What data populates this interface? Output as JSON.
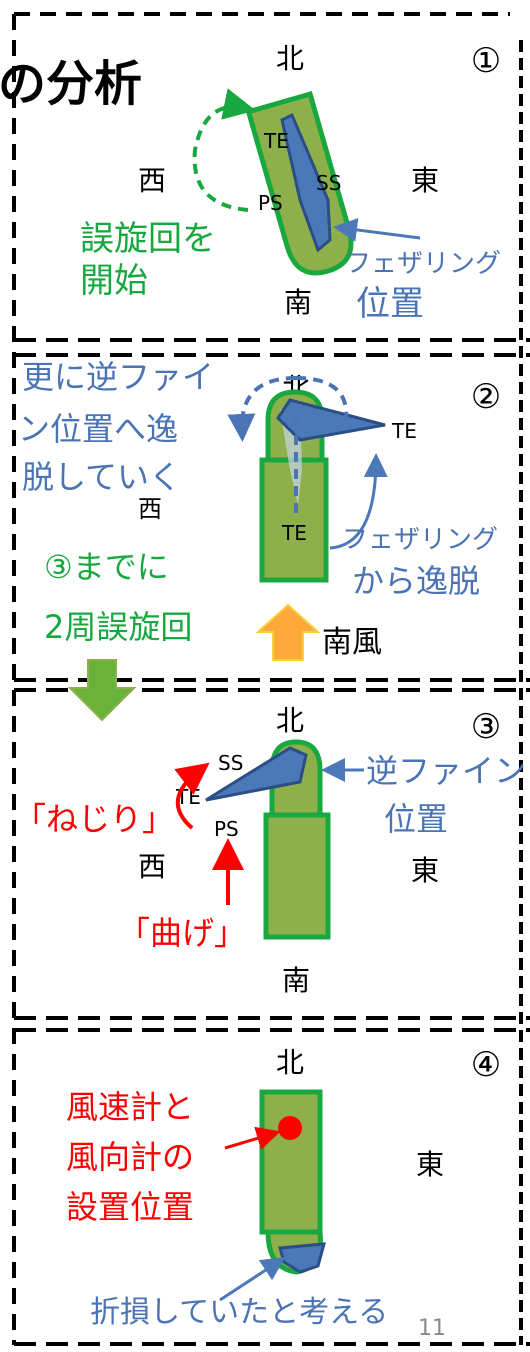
{
  "header": {
    "title_fragment": "の分析"
  },
  "panels": [
    {
      "number": "①",
      "compass": {
        "north": "北",
        "west": "西",
        "east": "東",
        "south": "南"
      },
      "blade_labels": {
        "te": "TE",
        "ss": "SS",
        "ps": "PS"
      },
      "green_note": [
        "誤旋回を",
        "開始"
      ],
      "blue_note": [
        "フェザリング",
        "位置"
      ]
    },
    {
      "number": "②",
      "compass": {
        "north": "北",
        "west": "西"
      },
      "blade_labels": {
        "te_upper": "TE",
        "te_lower": "TE"
      },
      "blue_note_left": [
        "更に逆ファイ",
        "ン位置へ逸",
        "脱していく"
      ],
      "blue_note_right": [
        "フェザリング",
        "から逸脱"
      ],
      "green_note": [
        "③までに",
        "2周誤旋回"
      ],
      "wind_label": "南風"
    },
    {
      "number": "③",
      "compass": {
        "north": "北",
        "west": "西",
        "east": "東",
        "south": "南"
      },
      "blade_labels": {
        "ss": "SS",
        "te": "TE",
        "ps": "PS"
      },
      "red_twist": "「ねじり」",
      "red_bend": "「曲げ」",
      "blue_note": [
        "逆ファイン",
        "位置"
      ]
    },
    {
      "number": "④",
      "compass": {
        "north": "北",
        "east": "東"
      },
      "red_note": [
        "風速計と",
        "風向計の",
        "設置位置"
      ],
      "blue_note": "折損していたと考える"
    }
  ],
  "page_number": "11",
  "colors": {
    "nacelle_fill": "#8db04a",
    "nacelle_stroke": "#19a840",
    "blade_fill": "#4a78b9",
    "blade_stroke": "#2b4e84",
    "green_text": "#19a840",
    "blue_text": "#4a74b4",
    "red": "#ff0000",
    "wind_arrow": "#ffa93a"
  }
}
